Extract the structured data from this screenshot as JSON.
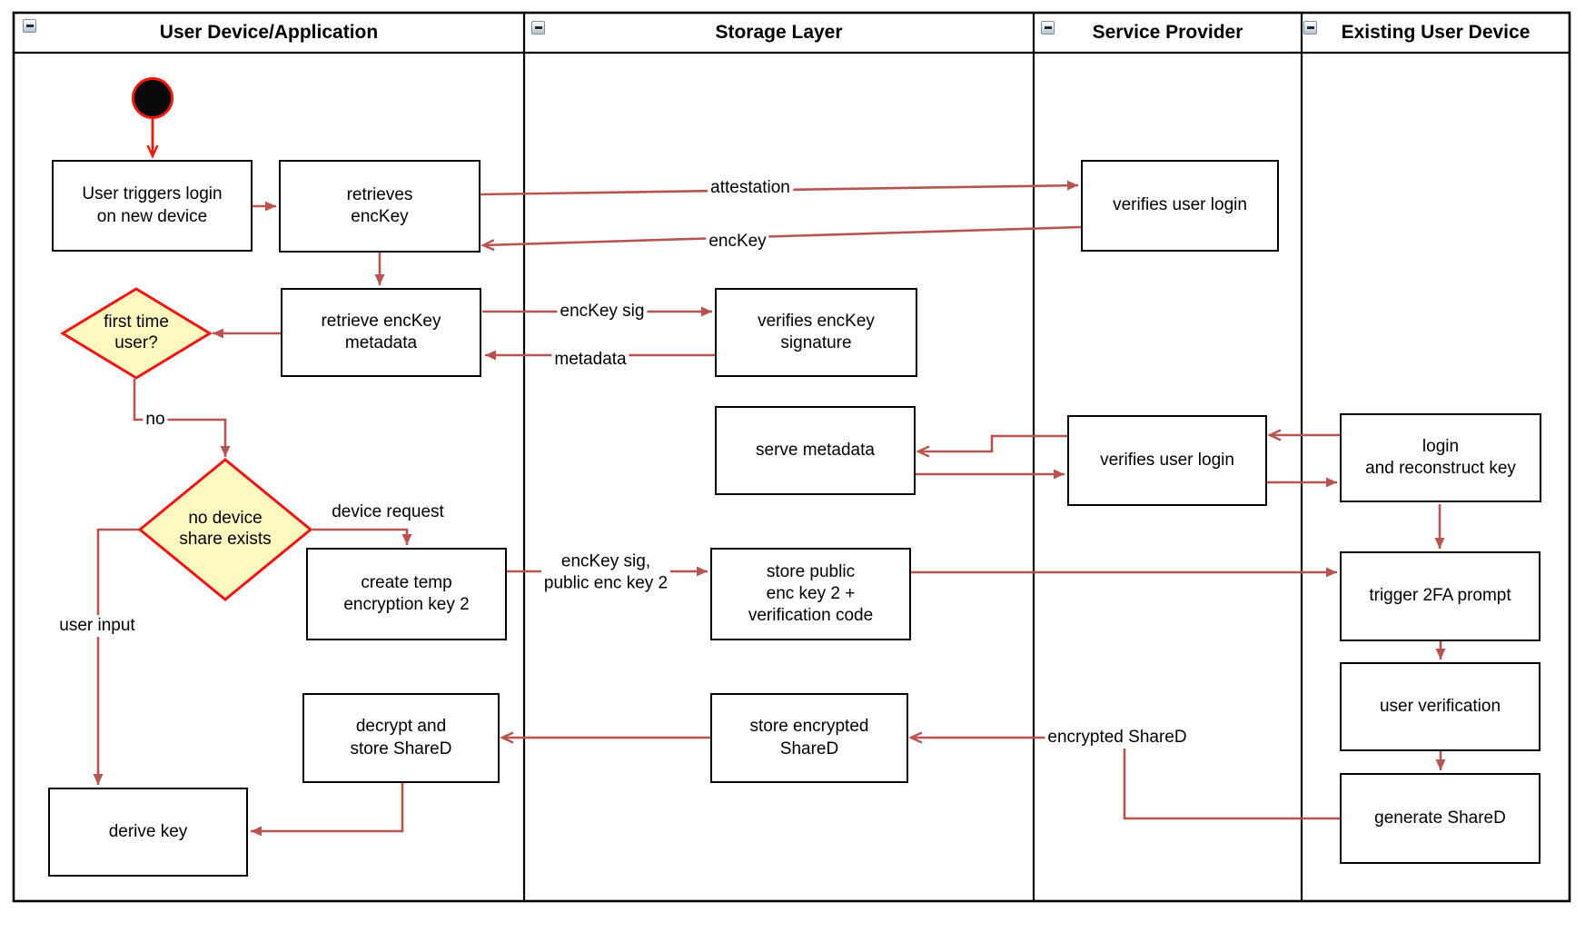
{
  "colors": {
    "connector": "#B85450",
    "start_arrow": "#F21807",
    "decision_fill": "#FFF9C0",
    "decision_border": "#F21414",
    "box_border": "#000000",
    "lane_border": "#000000"
  },
  "lanes": [
    {
      "title": "User Device/Application"
    },
    {
      "title": "Storage Layer"
    },
    {
      "title": "Service Provider"
    },
    {
      "title": "Existing User Device"
    }
  ],
  "nodes": {
    "user_triggers_login": {
      "label": "User triggers login\non new device"
    },
    "retrieves_enckey": {
      "label": "retrieves\nencKey"
    },
    "verifies_user_login_1": {
      "label": "verifies user login"
    },
    "retrieve_enckey_metadata": {
      "label": "retrieve encKey\nmetadata"
    },
    "first_time_user": {
      "label": "first time\nuser?"
    },
    "verifies_enckey_signature": {
      "label": "verifies encKey\nsignature"
    },
    "serve_metadata": {
      "label": "serve metadata"
    },
    "verifies_user_login_2": {
      "label": "verifies user login"
    },
    "login_and_reconstruct_key": {
      "label": "login\nand reconstruct key"
    },
    "no_device_share_exists": {
      "label": "no device\nshare exists"
    },
    "create_temp_encryption_key_2": {
      "label": "create temp\nencryption key 2"
    },
    "store_public_enc_key_2": {
      "label": "store public\nenc key 2 +\nverification code"
    },
    "trigger_2fa_prompt": {
      "label": "trigger 2FA prompt"
    },
    "user_verification": {
      "label": "user verification"
    },
    "generate_shared": {
      "label": "generate ShareD"
    },
    "decrypt_and_store_shared": {
      "label": "decrypt and\nstore ShareD"
    },
    "store_encrypted_shared": {
      "label": "store encrypted\nShareD"
    },
    "derive_key": {
      "label": "derive key"
    }
  },
  "edge_labels": {
    "attestation": "attestation",
    "enckey": "encKey",
    "enckey_sig": "encKey sig",
    "metadata": "metadata",
    "no": "no",
    "device_request": "device request",
    "enckey_sig_public_enc_key_2": "encKey sig,\npublic enc key 2",
    "user_input": "user input",
    "encrypted_shared": "encrypted ShareD"
  }
}
